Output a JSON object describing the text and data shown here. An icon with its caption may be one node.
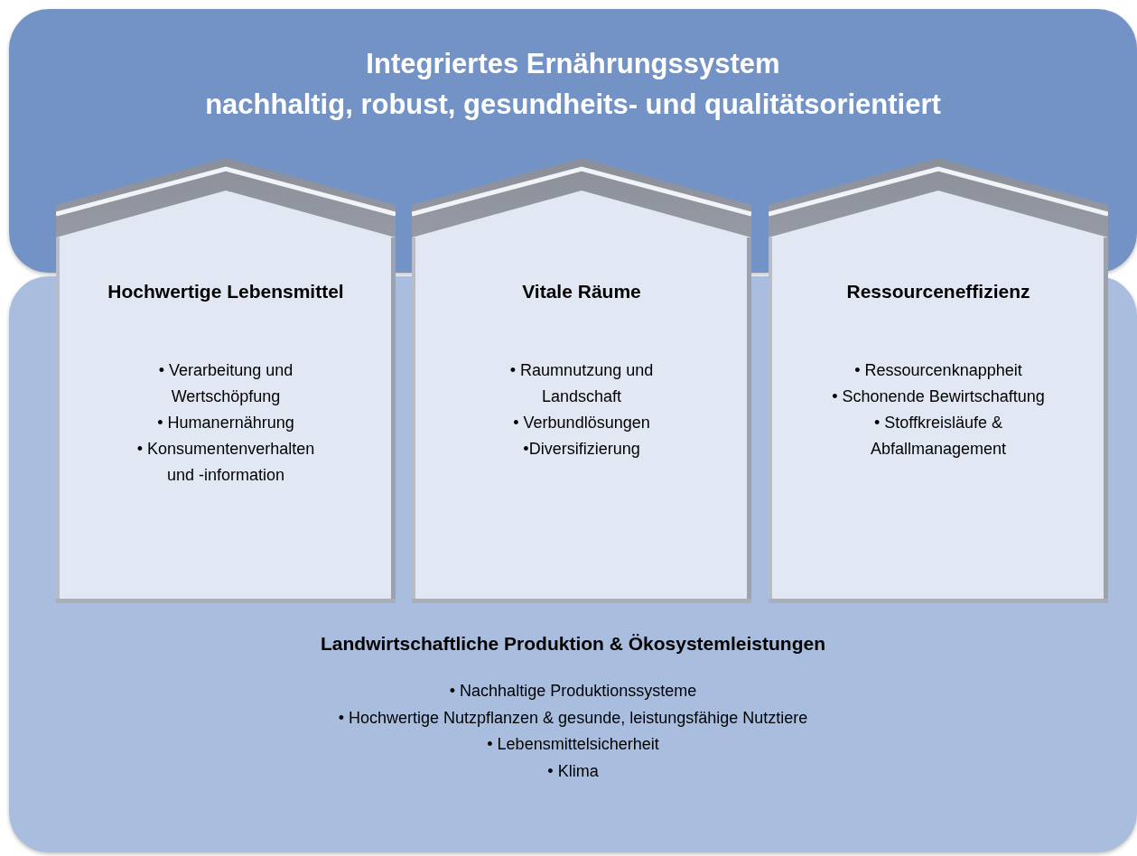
{
  "diagram": {
    "nodes": [
      {
        "text": [
          "Integriertes Ernährungssystem",
          "nachhaltig, robust, gesundheits- und qualitätsorientiert"
        ]
      },
      {
        "text": [
          "Hochwertige Lebensmittel",
          "• Verarbeitung und Wertschöpfung",
          "• Humanernährung",
          "• Konsumentenverhalten und -information"
        ]
      },
      {
        "text": [
          "Vitale Räume",
          "• Raumnutzung und Landschaft",
          "• Verbundlösungen",
          "•Diversifizierung"
        ]
      },
      {
        "text": [
          "Ressourceneffizienz",
          "• Ressourcenknappheit",
          "• Schonende Bewirtschaftung",
          "• Stoffkreisläufe & Abfallmanagement"
        ]
      },
      {
        "text": [
          "Landwirtschaftliche Produktion & Ökosystemleistungen",
          "• Nachhaltige Produktionssysteme",
          "• Hochwertige Nutzpflanzen & gesunde, leistungsfähige Nutztiere",
          "• Lebensmittelsicherheit",
          "• Klima"
        ]
      }
    ],
    "edges": []
  }
}
